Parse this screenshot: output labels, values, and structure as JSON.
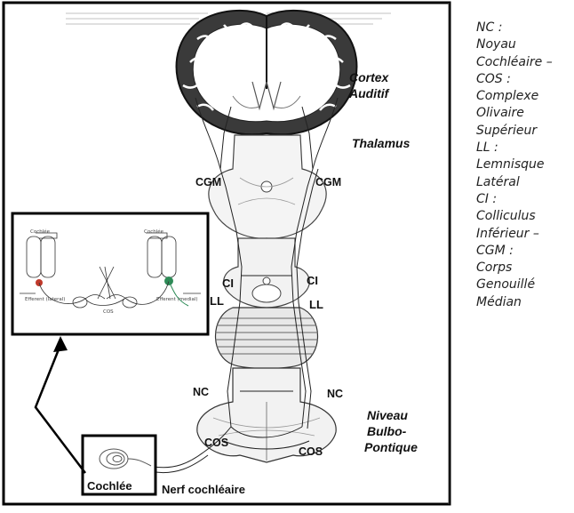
{
  "figure": {
    "labels": {
      "cortex_line1": "Cortex",
      "cortex_line2": "Auditif",
      "thalamus": "Thalamus",
      "cgm_left": "CGM",
      "cgm_right": "CGM",
      "ci_left": "CI",
      "ci_right": "CI",
      "ll_left": "LL",
      "ll_right": "LL",
      "nc_left": "NC",
      "nc_right": "NC",
      "cos_left": "COS",
      "cos_right": "COS",
      "niveau_line1": "Niveau",
      "niveau_line2": "Bulbo-",
      "niveau_line3": "Pontique",
      "cochlee": "Cochlée",
      "nerf": "Nerf cochléaire"
    },
    "inset": {
      "cochlea_left": "Cochlée",
      "cochlea_right": "Cochlée",
      "efferent_left": "Efferent\n(lateral)",
      "efferent_right": "Efferent\n(medial)",
      "cos": "COS"
    }
  },
  "legend": [
    "NC :",
    "Noyau",
    "Cochléaire –",
    "COS :",
    "Complexe",
    "Olivaire",
    "Supérieur",
    "LL :",
    "Lemnisque",
    "Latéral",
    "CI :",
    "Colliculus",
    "Inférieur –",
    "CGM :",
    "Corps",
    "Genouillé",
    "Médian"
  ]
}
